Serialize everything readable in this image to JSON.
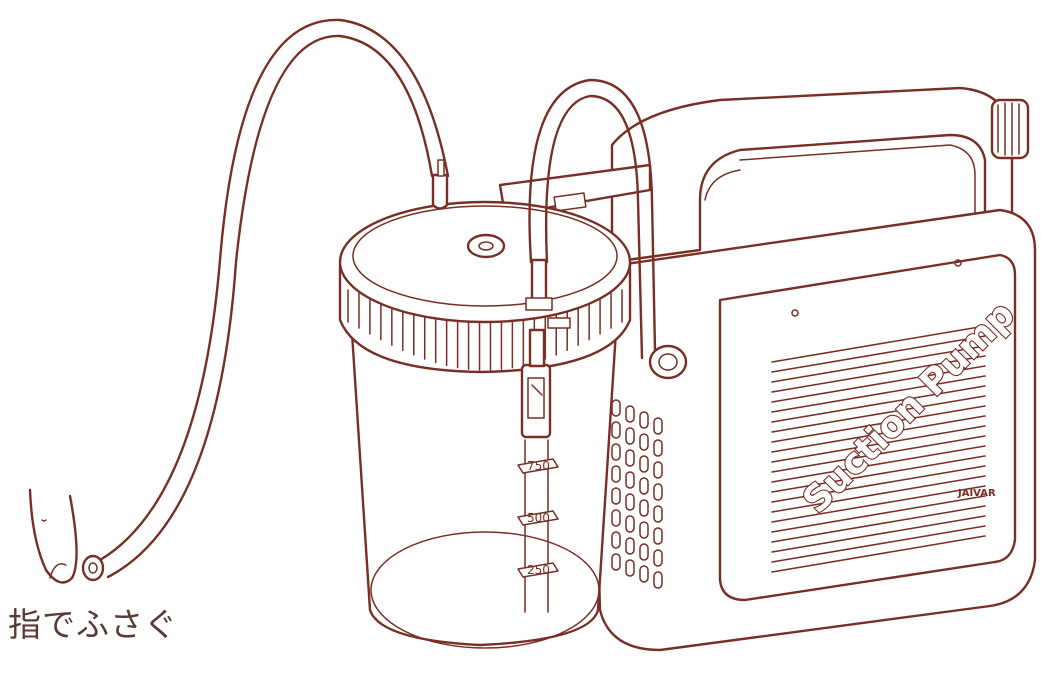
{
  "brand_text": "Suction Pump",
  "maker_logo": "JAIVAR",
  "caption": "指でふさぐ",
  "scale_marks": [
    "750",
    "500",
    "250"
  ],
  "colors": {
    "ink": "#7a2e24",
    "caption": "#5a3a35",
    "background": "#ffffff"
  }
}
